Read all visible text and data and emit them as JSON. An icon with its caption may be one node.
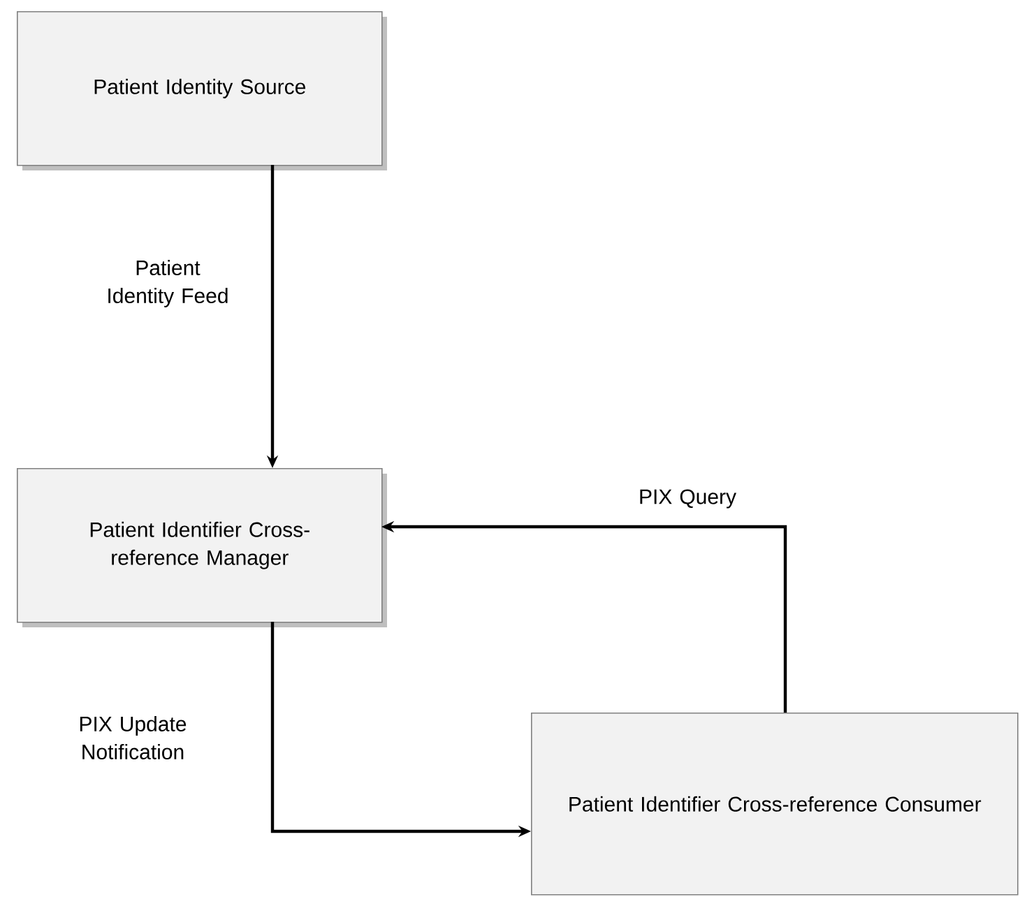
{
  "diagram": {
    "nodes": [
      {
        "text": [
          "Patient Identity Source"
        ]
      },
      {
        "text": [
          "Patient Identifier Cross-reference Manager"
        ]
      },
      {
        "text": [
          "Patient Identifier Cross-reference Consumer"
        ]
      }
    ],
    "edges": [
      {
        "from": 0,
        "to": 1,
        "arrow": "to",
        "label": "Patient Identity Feed"
      },
      {
        "from": 2,
        "to": 1,
        "arrow": "to",
        "label": "PIX Query"
      },
      {
        "from": 1,
        "to": 2,
        "arrow": "to",
        "label": "PIX Update Notification"
      }
    ]
  }
}
